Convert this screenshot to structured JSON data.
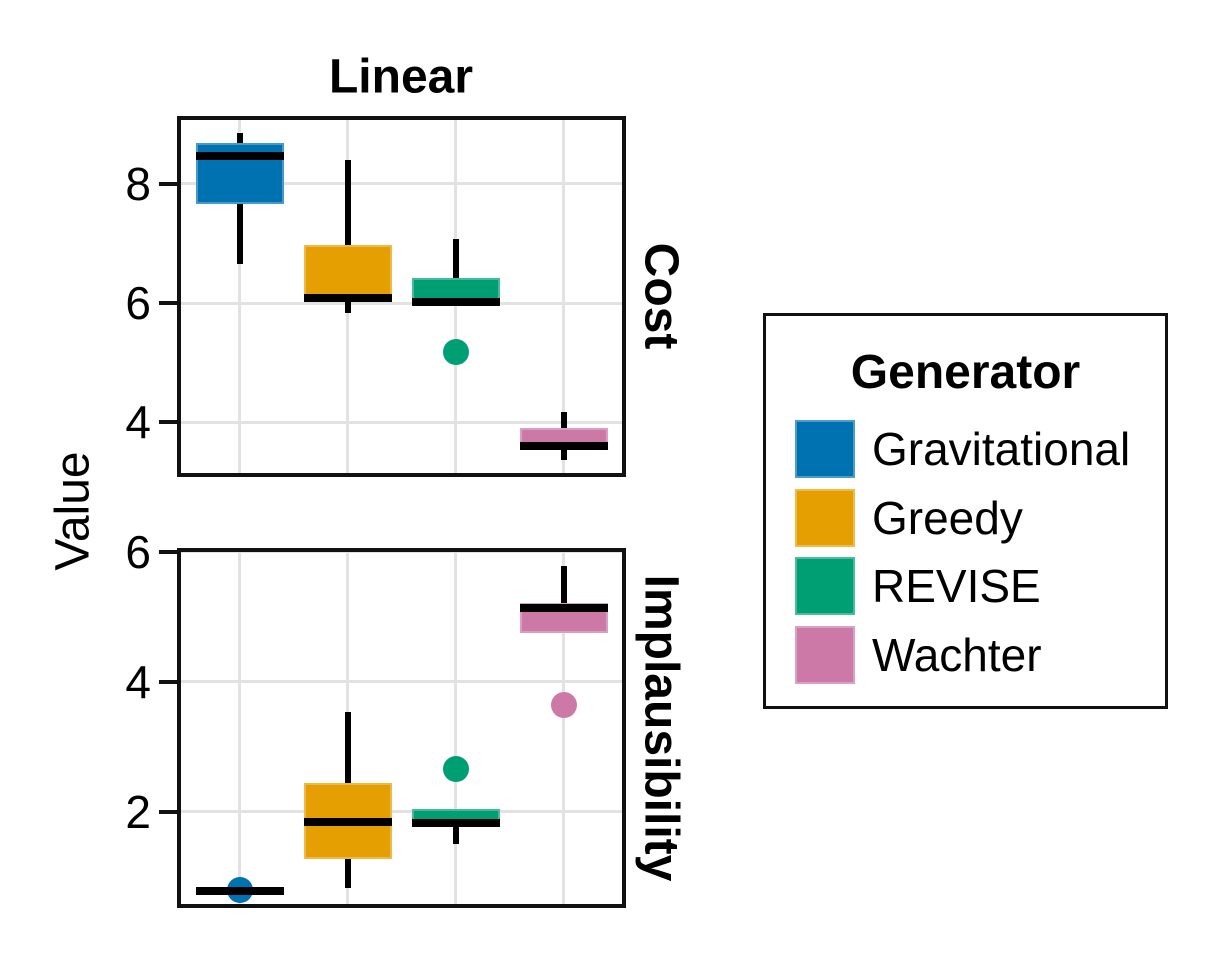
{
  "figure": {
    "title": "Linear",
    "ylabel": "Value"
  },
  "legend": {
    "title": "Generator",
    "items": [
      {
        "label": "Gravitational",
        "color": "#0072B2"
      },
      {
        "label": "Greedy",
        "color": "#E69F00"
      },
      {
        "label": "REVISE",
        "color": "#009E73"
      },
      {
        "label": "Wachter",
        "color": "#CC79A7"
      }
    ]
  },
  "chart_data": [
    {
      "type": "boxplot",
      "facet": "Cost",
      "title": "Linear",
      "ylabel": "Value",
      "categories": [
        "Gravitational",
        "Greedy",
        "REVISE",
        "Wachter"
      ],
      "colors": [
        "#0072B2",
        "#E69F00",
        "#009E73",
        "#CC79A7"
      ],
      "yticks": [
        4,
        6,
        8
      ],
      "ylim": [
        3.08,
        9.14
      ],
      "grid": true,
      "boxes": [
        {
          "name": "Gravitational",
          "whislo": 6.65,
          "q1": 7.66,
          "med": 8.47,
          "q3": 8.69,
          "whishi": 8.86,
          "outliers": []
        },
        {
          "name": "Greedy",
          "whislo": 5.83,
          "q1": 6.02,
          "med": 6.08,
          "q3": 6.97,
          "whishi": 8.4,
          "outliers": []
        },
        {
          "name": "REVISE",
          "whislo": 5.95,
          "q1": 5.95,
          "med": 6.02,
          "q3": 6.42,
          "whishi": 7.08,
          "outliers": [
            5.18
          ]
        },
        {
          "name": "Wachter",
          "whislo": 3.36,
          "q1": 3.53,
          "med": 3.6,
          "q3": 3.9,
          "whishi": 4.17,
          "outliers": []
        }
      ]
    },
    {
      "type": "boxplot",
      "facet": "Implausibility",
      "title": "Linear",
      "ylabel": "Value",
      "categories": [
        "Gravitational",
        "Greedy",
        "REVISE",
        "Wachter"
      ],
      "colors": [
        "#0072B2",
        "#E69F00",
        "#009E73",
        "#CC79A7"
      ],
      "yticks": [
        2,
        4,
        6
      ],
      "ylim": [
        0.52,
        6.06
      ],
      "grid": true,
      "boxes": [
        {
          "name": "Gravitational",
          "whislo": 0.74,
          "q1": 0.74,
          "med": 0.78,
          "q3": 0.82,
          "whishi": 0.82,
          "outliers": [
            0.8
          ]
        },
        {
          "name": "Greedy",
          "whislo": 0.83,
          "q1": 1.28,
          "med": 1.85,
          "q3": 2.45,
          "whishi": 3.54,
          "outliers": []
        },
        {
          "name": "REVISE",
          "whislo": 1.51,
          "q1": 1.79,
          "med": 1.83,
          "q3": 2.05,
          "whishi": 2.05,
          "outliers": [
            2.66
          ]
        },
        {
          "name": "Wachter",
          "whislo": 4.75,
          "q1": 4.75,
          "med": 5.13,
          "q3": 5.22,
          "whishi": 5.78,
          "outliers": [
            3.65
          ]
        }
      ]
    }
  ]
}
